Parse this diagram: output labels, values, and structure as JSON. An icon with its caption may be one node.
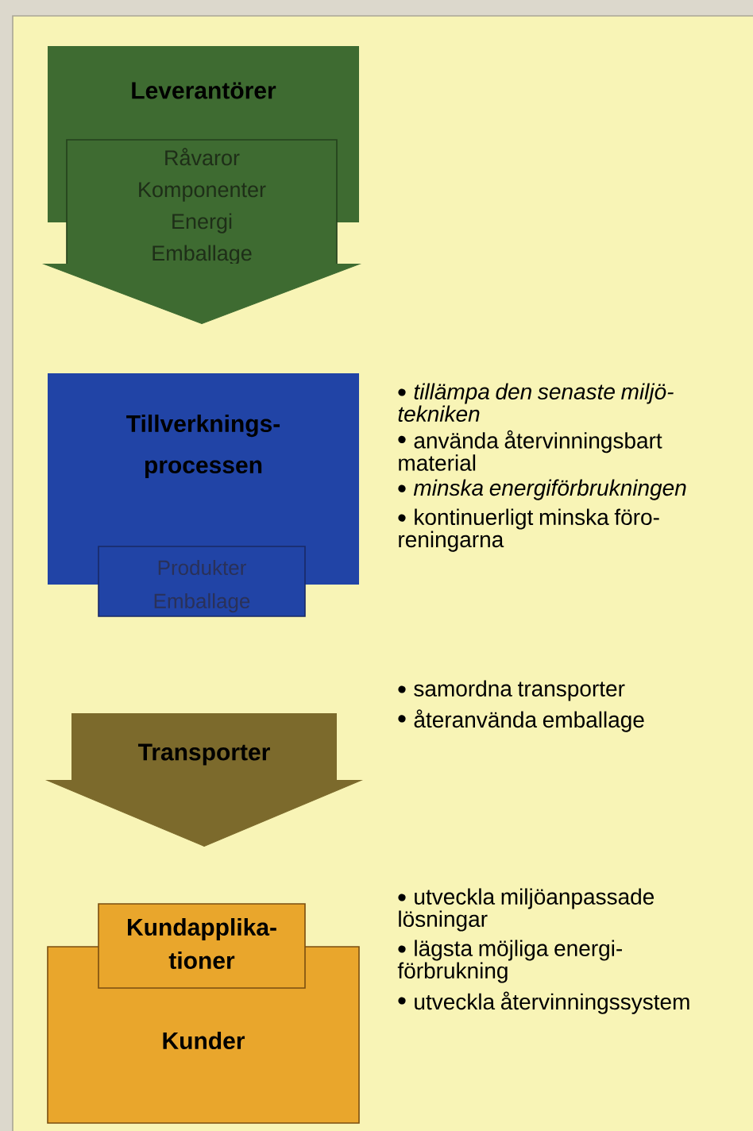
{
  "diagram": {
    "nodes": [
      {
        "text": [
          "Leverantörer"
        ]
      },
      {
        "text": [
          "Råvaror Komponenter Energi Emballage"
        ]
      },
      {
        "text": [
          "Tillverknings- processen"
        ],
        "beside": [
          "*tillämpa den senaste miljö- tekniken*",
          "använda återvinningsbart material",
          "*minska energiförbrukningen*",
          "kontinuerligt minska föro- reningarna"
        ]
      },
      {
        "text": [
          "Produkter Emballage"
        ]
      },
      {
        "text": [
          "Transporter"
        ],
        "beside": [
          "samordna transporter",
          "återanvända emballage"
        ]
      },
      {
        "text": [
          "Kundapplika- tioner"
        ]
      },
      {
        "text": [
          "Kunder"
        ],
        "beside": [
          "utveckla miljöanpassade lösningar",
          "lägsta möjliga energi- förbrukning",
          "utveckla återvinningssystem"
        ]
      }
    ],
    "edges": [
      {
        "from": 1,
        "to": 2,
        "arrow": "to"
      },
      {
        "from": 4,
        "to": 5,
        "arrow": "to"
      }
    ]
  }
}
